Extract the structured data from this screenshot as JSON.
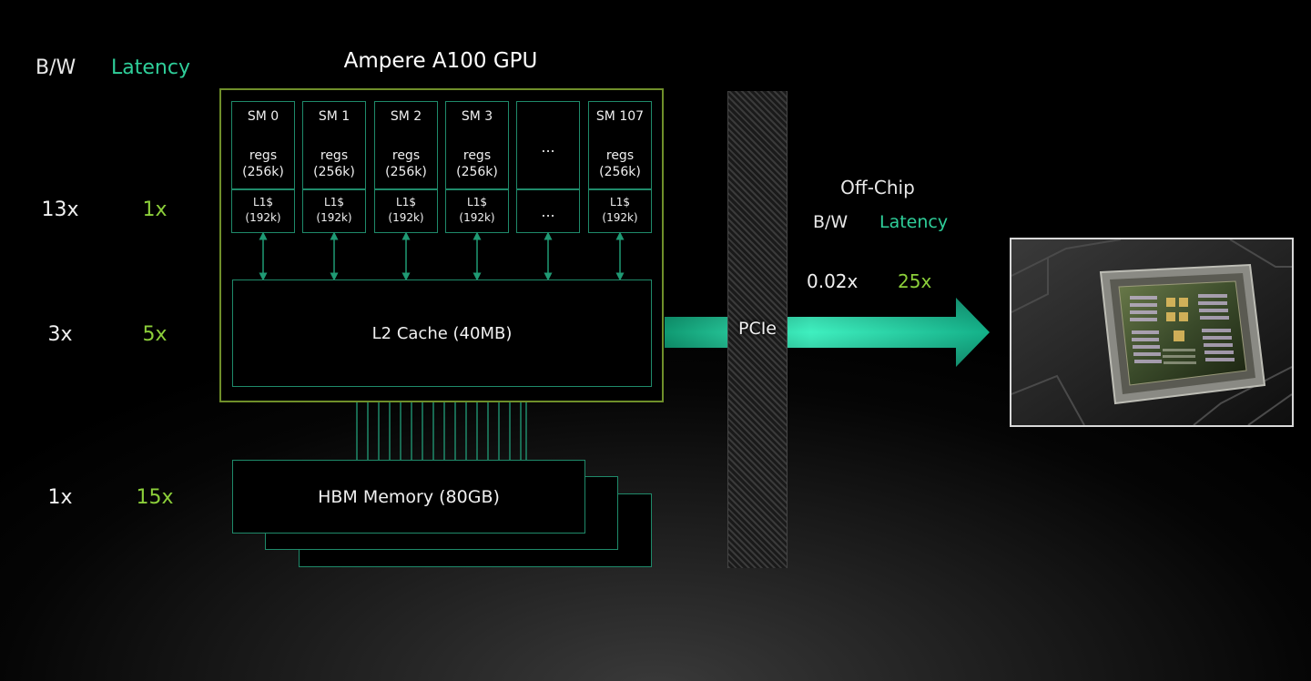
{
  "left_metrics": {
    "bw_header": "B/W",
    "latency_header": "Latency",
    "rows": [
      {
        "bw": "13x",
        "latency": "1x"
      },
      {
        "bw": "3x",
        "latency": "5x"
      },
      {
        "bw": "1x",
        "latency": "15x"
      }
    ]
  },
  "gpu": {
    "title": "Ampere A100 GPU",
    "sms": [
      {
        "name": "SM 0",
        "regs_1": "regs",
        "regs_2": "(256k)",
        "l1_1": "L1$",
        "l1_2": "(192k)"
      },
      {
        "name": "SM 1",
        "regs_1": "regs",
        "regs_2": "(256k)",
        "l1_1": "L1$",
        "l1_2": "(192k)"
      },
      {
        "name": "SM 2",
        "regs_1": "regs",
        "regs_2": "(256k)",
        "l1_1": "L1$",
        "l1_2": "(192k)"
      },
      {
        "name": "SM 3",
        "regs_1": "regs",
        "regs_2": "(256k)",
        "l1_1": "L1$",
        "l1_2": "(192k)"
      },
      {
        "ellipsis_top": "...",
        "ellipsis_bottom": "..."
      },
      {
        "name": "SM 107",
        "regs_1": "regs",
        "regs_2": "(256k)",
        "l1_1": "L1$",
        "l1_2": "(192k)"
      }
    ],
    "l2_label": "L2 Cache (40MB)",
    "hbm_label": "HBM Memory (80GB)"
  },
  "pcie_label": "PCIe",
  "off_chip": {
    "title": "Off-Chip",
    "bw_header": "B/W",
    "latency_header": "Latency",
    "bw_value": "0.02x",
    "latency_value": "25x"
  },
  "colors": {
    "gpu_border": "#6f8f2a",
    "block_border": "#1f8a6a",
    "latency_text": "#2fcf9a",
    "latency_value": "#8ccf3a",
    "arrow": "#1fc89a"
  },
  "icons": {
    "chip_image": "gpu-chip-photo"
  }
}
